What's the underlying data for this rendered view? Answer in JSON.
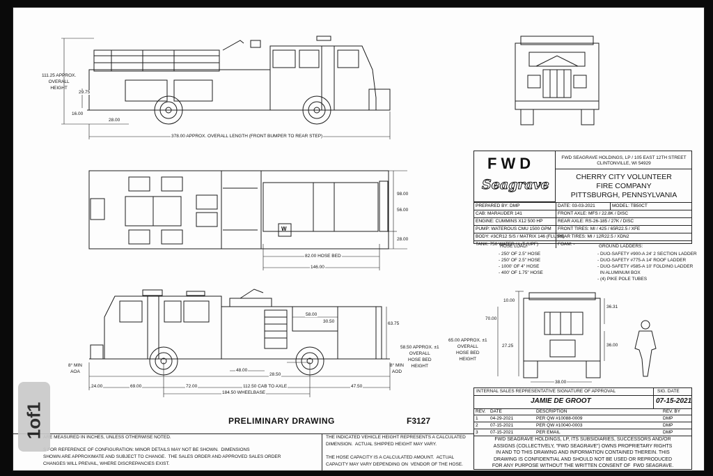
{
  "side_view_top": {
    "height_label": "111.25 APPROX.\nOVERALL\nHEIGHT",
    "dim_2975": "29.75",
    "dim_1600": "16.00",
    "dim_2800": "28.00",
    "length_label": "378.00 APPROX. OVERALL LENGTH (FRONT BUMPER TO REAR STEP)"
  },
  "plan_view": {
    "dim_98": "98.00",
    "dim_56": "56.00",
    "dim_28": "28.00",
    "hose_bed": "82.00 HOSE BED",
    "dim_146": "146.00",
    "w_mark": "W"
  },
  "title_block": {
    "brand": "FWD",
    "script_logo": "Seagrave",
    "company_address": "FWD SEAGRAVE HOLDINGS, LP / 105 EAST 12TH STREET\nCLINTONVILLE, WI 54929",
    "customer": "CHERRY CITY VOLUNTEER\nFIRE COMPANY\nPITTSBURGH, PENNSYLVANIA",
    "rows": [
      [
        "PREPARED BY: DMP",
        "DATE: 03-03-2021",
        "MODEL: TB50CT"
      ],
      [
        "CAB: MARAUDER 141",
        "FRONT AXLE: MFS / 22.8K / DISC",
        ""
      ],
      [
        "ENGINE: CUMMINS X12 500 HP",
        "REAR AXLE: RS-26-185 / 27K / DISC",
        ""
      ],
      [
        "PUMP: WATEROUS CMU 1500 GPM",
        "FRONT TIRES: MI / 425 / 65R22.5 / XFE",
        ""
      ],
      [
        "BODY: #3CR12 S/S / MATRIX 146 (FLUSH)",
        "REAR TIRES: MI / 12R22.5 / XDN2",
        ""
      ],
      [
        "TANK: 750 WATER / L-T (UPF)",
        "FOAM: -",
        ""
      ]
    ]
  },
  "hose_load": {
    "title": "HOSE LOAD:",
    "items": [
      "- 250' OF 2.5\" HOSE",
      "- 250' OF 2.5\" HOSE",
      "- 1000' OF 4\" HOSE",
      "- 400' OF 1.75\" HOSE"
    ]
  },
  "ground_ladders": {
    "title": "GROUND LADDERS:",
    "items": [
      "- DUO-SAFETY #900-A 24' 2 SECTION LADDER",
      "- DUO-SAFETY #775-A 14' ROOF LADDER",
      "- DUO-SAFETY #585-A 10' FOLDING LADDER",
      "  IN ALUMINUM BOX",
      "- (4) PIKE POLE TUBES"
    ]
  },
  "side_view_bottom": {
    "d5800": "58.00",
    "d3050": "30.50",
    "d6375": "63.75",
    "hose_bed_height": "58.50 APPROX. ±1\nOVERALL\nHOSE BED\nHEIGHT",
    "aoa": "8° MIN\nAOA",
    "aod": "8° MIN\nAOD",
    "d4800": "48.00",
    "d2850": "28.50",
    "d2400": "24.00",
    "d6900": "69.00",
    "d7200": "72.00",
    "cab_to_axle": "112.50 CAB TO AXLE",
    "d4750": "47.50",
    "wheelbase": "184.50 WHEELBASE"
  },
  "rear_view": {
    "d1000": "10.00",
    "d3631": "36.31",
    "d7000": "70.00",
    "d2725": "27.25",
    "d3600": "36.00",
    "d3800": "38.00",
    "hose_bed_height": "65.00 APPROX. ±1\nOVERALL\nHOSE BED\nHEIGHT"
  },
  "approval": {
    "header": "INTERNAL SALES REPRESENTATIVE SIGNATURE OF APPROVAL",
    "sig_date_header": "SIG. DATE",
    "signature": "JAMIE DE GROOT",
    "sig_date": "07-15-2021",
    "rev_headers": [
      "REV.",
      "DATE",
      "DESCRIPTION",
      "REV. BY"
    ],
    "revisions": [
      [
        "1",
        "04-29-2021",
        "PER QW #10088-0009",
        "DMP"
      ],
      [
        "2",
        "07-15-2021",
        "PER QW #10040-0003",
        "DMP"
      ],
      [
        "3",
        "07-15-2021",
        "PER EMAIL",
        "DMP"
      ]
    ],
    "legal": "FWD SEAGRAVE HOLDINGS, LP, ITS SUBSIDIARIES, SUCCESSORS AND/OR\nASSIGNS (COLLECTIVELY, \"FWD SEAGRAVE\") OWNS PROPRIETARY RIGHTS\nIN AND TO THIS DRAWING AND INFORMATION CONTAINED THEREIN. THIS\nDRAWING IS CONFIDENTIAL AND SHOULD NOT BE USED OR REPRODUCED\nFOR ANY PURPOSE WITHOUT THE WRITTEN CONSENT OF  FWD SEAGRAVE."
  },
  "footer": {
    "preliminary": "PRELIMINARY DRAWING",
    "drawing_no": "F3127",
    "note1": "ARE MEASURED IN INCHES, UNLESS OTHERWISE NOTED.",
    "note2": "S FOR REFERENCE OF CONFIGURATION: MINOR DETAILS MAY NOT BE SHOWN.  DIMENSIONS\nSHOWN ARE APPROXIMATE AND SUBJECT TO CHANGE.  THE SALES ORDER AND APPROVED SALES ORDER\nCHANGES WILL PREVAIL, WHERE DISCREPANCIES EXIST.",
    "note3": "THE INDICATED VEHICLE HEIGHT REPRESENTS A CALCULATED\nDIMENSION.  ACTUAL SHIPPED HEIGHT MAY VARY.",
    "note4": "THE HOSE CAPACITY IS A CALCULATED AMOUNT.  ACTUAL\nCAPACITY MAY VARY DEPENDING ON  VENDOR OF THE HOSE."
  },
  "page_badge": "1of1"
}
